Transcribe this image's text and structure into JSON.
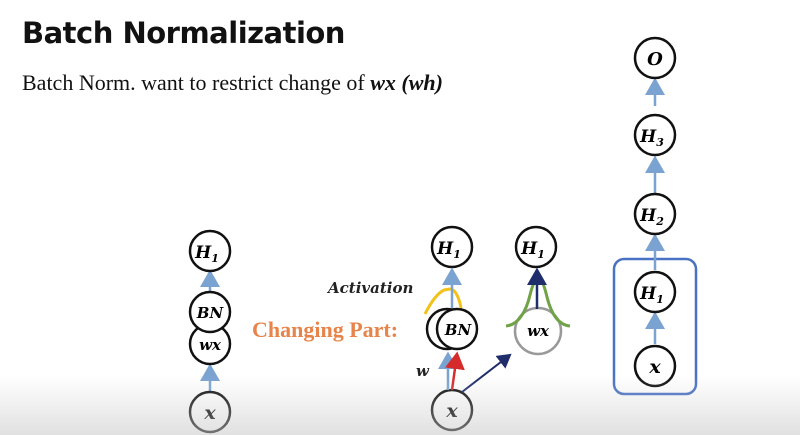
{
  "slide": {
    "title": "Batch Normalization",
    "subtitle_prefix": "Batch Norm. want to restrict change of ",
    "subtitle_math": "wx",
    "subtitle_paren": "(wh)"
  },
  "labels": {
    "activation": "Activation",
    "changing_part": "Changing Part:",
    "weight": "w"
  },
  "nodes": {
    "H1": "H",
    "H1_sub": "1",
    "H2": "H",
    "H2_sub": "2",
    "H3": "H",
    "H3_sub": "3",
    "O": "O",
    "x": "x",
    "BN": "BN",
    "wx": "wx"
  },
  "colors": {
    "arrow_blue": "#7aa3d2",
    "frame_blue": "#4a72c4",
    "orange_text": "#e8834a",
    "activation_yellow": "#f2c21b",
    "bell_green": "#6fa346",
    "red_arrow": "#d62b2b",
    "navy_arrow": "#1f2d6b",
    "gray_circle": "#999999"
  }
}
